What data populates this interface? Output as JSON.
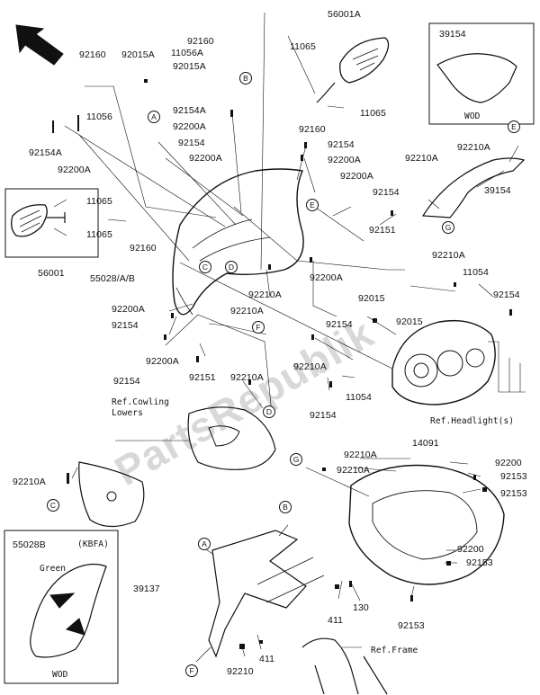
{
  "part_numbers": {
    "p92160_a": "92160",
    "p92015A_a": "92015A",
    "p11056": "11056",
    "p92160_top": "92160",
    "p11056A": "11056A",
    "p92015A_b": "92015A",
    "p56001A": "56001A",
    "p11065_a": "11065",
    "p11065_b": "11065",
    "p39154_box": "39154",
    "p92154A_a": "92154A",
    "p92200A_a": "92200A",
    "p92154_a": "92154",
    "p92200A_b": "92200A",
    "p92154A_b": "92154A",
    "p92200A_c": "92200A",
    "p92160_b": "92160",
    "p92154_b": "92154",
    "p92200A_d": "92200A",
    "p92210A_a": "92210A",
    "p92210A_b": "92210A",
    "p39154": "39154",
    "p11065_c": "11065",
    "p11065_d": "11065",
    "p92160_c": "92160",
    "p56001": "56001",
    "p92200A_e": "92200A",
    "p92154_c": "92154",
    "p92151_a": "92151",
    "p55028AB": "55028/A/B",
    "p92210A_c": "92210A",
    "p92200A_f": "92200A",
    "p11054_a": "11054",
    "p92154_d": "92154",
    "p92200A_g": "92200A",
    "p92210A_d": "92210A",
    "p92015_a": "92015",
    "p92015_b": "92015",
    "p92154_e": "92154",
    "p92154_f": "92154",
    "p92200A_h": "92200A",
    "p92210A_e": "92210A",
    "p92151_b": "92151",
    "p92210A_f": "92210A",
    "p92154_g": "92154",
    "p11054_b": "11054",
    "p92154_h": "92154",
    "p92210A_g": "92210A",
    "p92210A_h": "92210A",
    "p14091": "14091",
    "p92210A_i": "92210A",
    "p92200": "92200",
    "p92153_a": "92153",
    "p92153_b": "92153",
    "p92200_b": "92200",
    "p92153_c": "92153",
    "p55028B": "55028B",
    "p39137": "39137",
    "p411_a": "411",
    "p130": "130",
    "p411_b": "411",
    "p92210": "92210",
    "p92153_d": "92153"
  },
  "references": {
    "cowling_lowers": "Ref.Cowling\nLowers",
    "headlights": "Ref.Headlight(s)",
    "frame": "Ref.Frame"
  },
  "inset_labels": {
    "wod_top": "WOD",
    "wod_bottom": "WOD",
    "kbfa": "(KBFA)",
    "green": "Green"
  },
  "callouts": {
    "A1": "A",
    "B1": "B",
    "C1": "C",
    "D1": "D",
    "E1": "E",
    "E2": "E",
    "F1": "F",
    "G1": "G",
    "C2": "C",
    "D2": "D",
    "G2": "G",
    "B2": "B",
    "A2": "A",
    "F2": "F"
  },
  "watermark": "PartsRepublik"
}
